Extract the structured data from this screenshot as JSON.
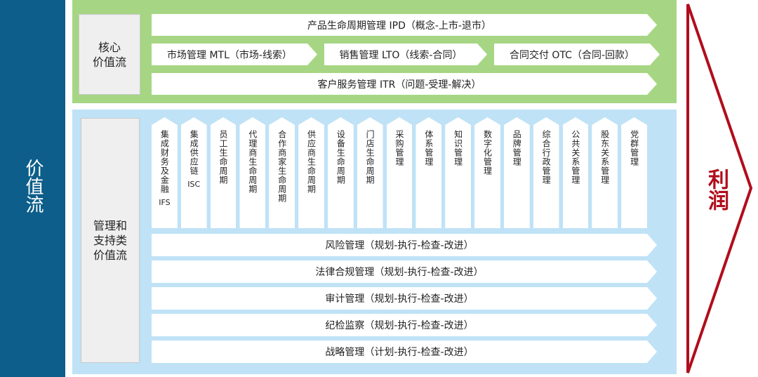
{
  "left_title": "价值流",
  "core": {
    "label": "核心\n价值流",
    "rows": [
      [
        "产品生命周期管理 IPD（概念-上市-退市）"
      ],
      [
        "市场管理 MTL（市场-线索）",
        "销售管理 LTO（线索-合同）",
        "合同交付 OTC（合同-回款）"
      ],
      [
        "客户服务管理 ITR（问题-受理-解决）"
      ]
    ]
  },
  "support": {
    "label": "管理和\n支持类\n价值流",
    "columns": [
      {
        "text": "集成财务及金融",
        "abbr": "IFS"
      },
      {
        "text": "集成供应链",
        "abbr": "ISC"
      },
      {
        "text": "员工生命周期"
      },
      {
        "text": "代理商生命周期"
      },
      {
        "text": "合作商家生命周期"
      },
      {
        "text": "供应商生命周期"
      },
      {
        "text": "设备生命周期"
      },
      {
        "text": "门店生命周期"
      },
      {
        "text": "采购管理"
      },
      {
        "text": "体系管理"
      },
      {
        "text": "知识管理"
      },
      {
        "text": "数字化管理"
      },
      {
        "text": "品牌管理"
      },
      {
        "text": "综合行政管理"
      },
      {
        "text": "公共关系管理"
      },
      {
        "text": "股东关系管理"
      },
      {
        "text": "党群管理"
      }
    ],
    "rows": [
      "风险管理（规划-执行-检查-改进）",
      "法律合规管理（规划-执行-检查-改进）",
      "审计管理（规划-执行-检查-改进）",
      "纪检监察（规划-执行-检查-改进）",
      "战略管理（计划-执行-检查-改进）"
    ]
  },
  "profit_label": "利润",
  "colors": {
    "left_bar": "#0d5e8a",
    "core_panel": "#a6d683",
    "support_panel": "#bfe2f6",
    "profit": "#b10d1c"
  }
}
